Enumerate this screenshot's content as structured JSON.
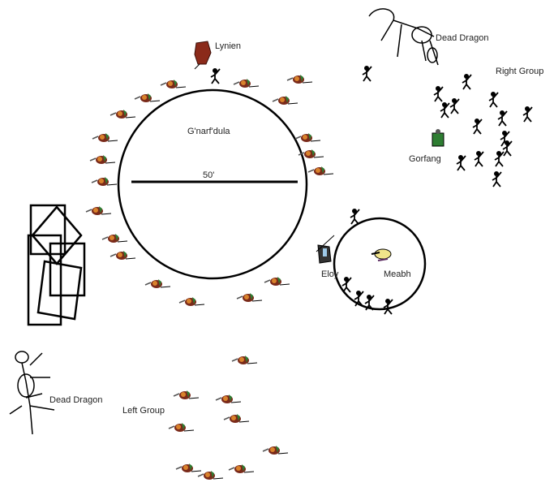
{
  "labels": {
    "lynien": "Lynien",
    "dead_dragon_top": "Dead Dragon",
    "right_group": "Right Group",
    "gnarfdula": "G'narf'dula",
    "gorfang": "Gorfang",
    "distance": "50'",
    "eloy": "Eloy",
    "meabh": "Meabh",
    "dead_dragon_left": "Dead Dragon",
    "left_group": "Left Group"
  },
  "colors": {
    "goblin_body": "#7a2a1a",
    "goblin_accent": "#2e7d32",
    "goblin_orange": "#d9822b",
    "stroke": "#000000"
  }
}
